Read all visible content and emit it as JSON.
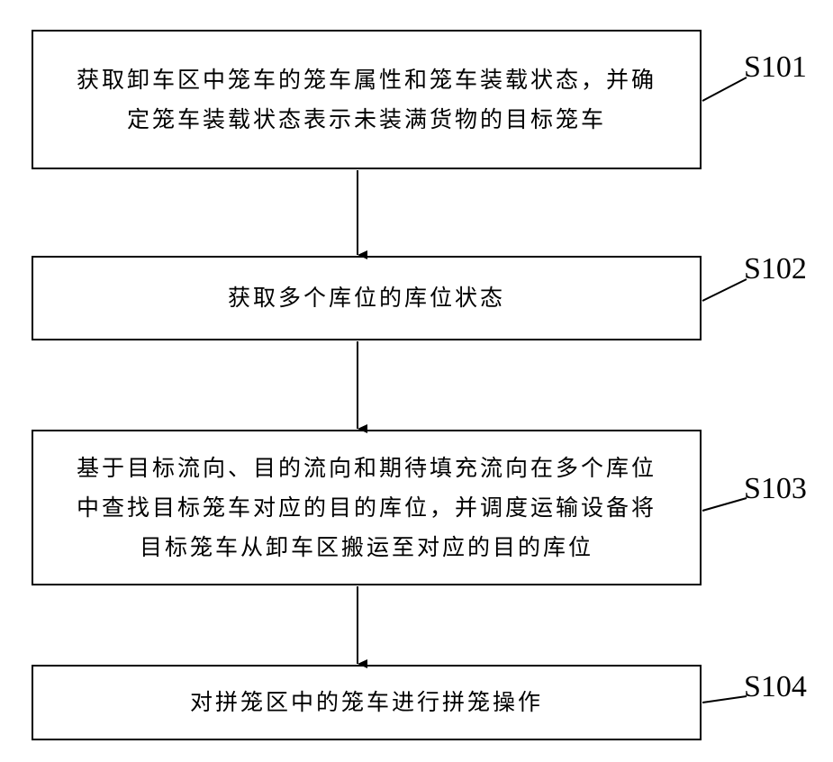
{
  "steps": [
    {
      "id": "S101",
      "lines": [
        "获取卸车区中笼车的笼车属性和笼车装载状态，并确",
        "定笼车装载状态表示未装满货物的目标笼车"
      ]
    },
    {
      "id": "S102",
      "lines": [
        "获取多个库位的库位状态"
      ]
    },
    {
      "id": "S103",
      "lines": [
        "基于目标流向、目的流向和期待填充流向在多个库位",
        "中查找目标笼车对应的目的库位，并调度运输设备将",
        "目标笼车从卸车区搬运至对应的目的库位"
      ]
    },
    {
      "id": "S104",
      "lines": [
        "对拼笼区中的笼车进行拼笼操作"
      ]
    }
  ],
  "colors": {
    "stroke": "#000000",
    "background": "#ffffff"
  }
}
